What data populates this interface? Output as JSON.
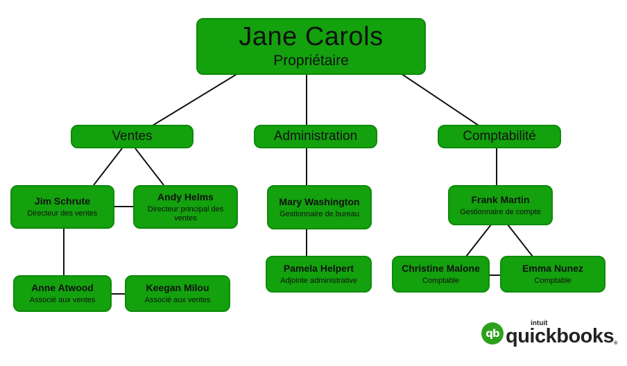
{
  "root": {
    "name": "Jane Carols",
    "role": "Propriétaire"
  },
  "departments": {
    "sales": "Ventes",
    "admin": "Administration",
    "accounting": "Comptabilité"
  },
  "people": {
    "jim": {
      "name": "Jim Schrute",
      "role": "Directeur des ventes"
    },
    "andy": {
      "name": "Andy Helms",
      "role": "Directeur principal des ventes"
    },
    "anne": {
      "name": "Anne Atwood",
      "role": "Associé aux ventes"
    },
    "keegan": {
      "name": "Keegan Milou",
      "role": "Associé aux ventes"
    },
    "mary": {
      "name": "Mary Washington",
      "role": "Gestionnaire de bureau"
    },
    "pamela": {
      "name": "Pamela Helpert",
      "role": "Adjointe administrative"
    },
    "frank": {
      "name": "Frank Martin",
      "role": "Gestionnaire de compte"
    },
    "christine": {
      "name": "Christine Malone",
      "role": "Comptable"
    },
    "emma": {
      "name": "Emma Nunez",
      "role": "Comptable"
    }
  },
  "logo": {
    "intuit": "intuit",
    "brand": "quickbooks",
    "icon_text": "qb",
    "mark": "®"
  },
  "colors": {
    "node": "#13a10e",
    "node_border": "#0e8a0a",
    "line": "#111111",
    "logo": "#2ca01c"
  }
}
